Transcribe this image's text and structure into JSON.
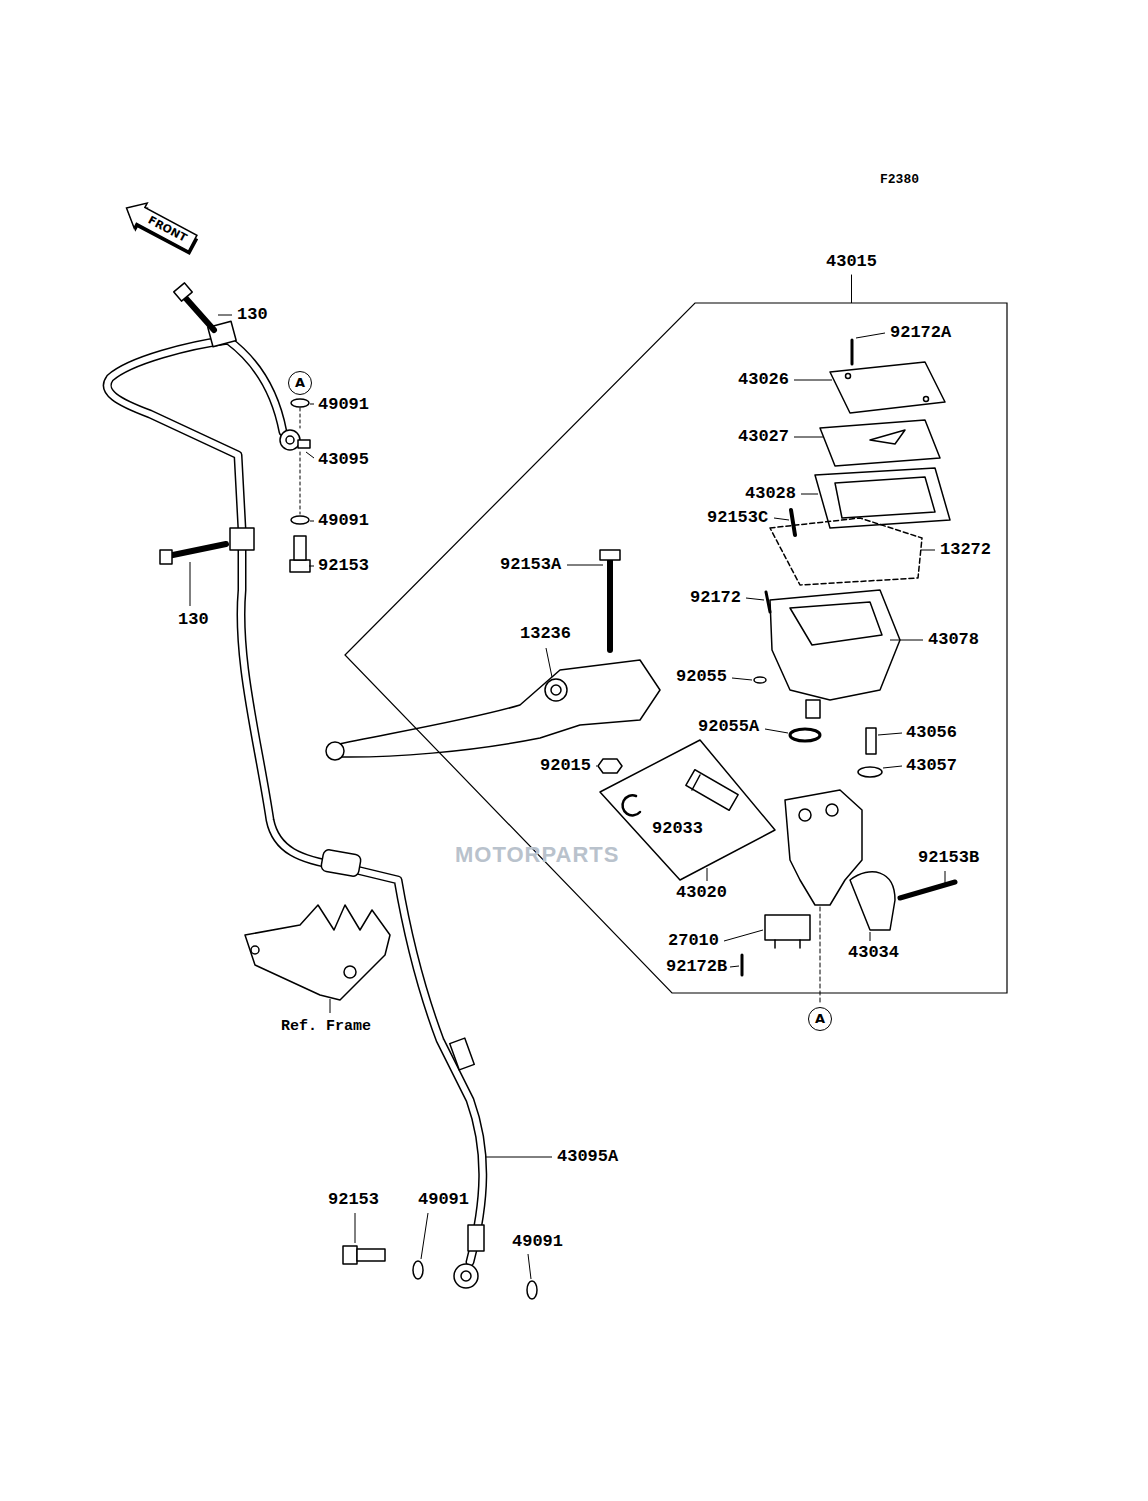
{
  "diagram": {
    "nodes": [
      {
        "text": [
          "FRONT"
        ]
      },
      {
        "text": [
          "43015"
        ]
      },
      {
        "text": [
          "A"
        ]
      },
      {
        "text": [
          "A"
        ]
      }
    ],
    "labels": [
      "F2380",
      "130",
      "49091",
      "43095",
      "49091",
      "92153",
      "130",
      "92172A",
      "43026",
      "43027",
      "43028",
      "92153C",
      "13272",
      "92153A",
      "92172",
      "43078",
      "13236",
      "92055",
      "92055A",
      "43056",
      "43057",
      "92015",
      "92033",
      "92153B",
      "43020",
      "27010",
      "43034",
      "92172B",
      "Ref. Frame",
      "43095A",
      "92153",
      "49091",
      "49091",
      "MOTORPARTS"
    ]
  }
}
